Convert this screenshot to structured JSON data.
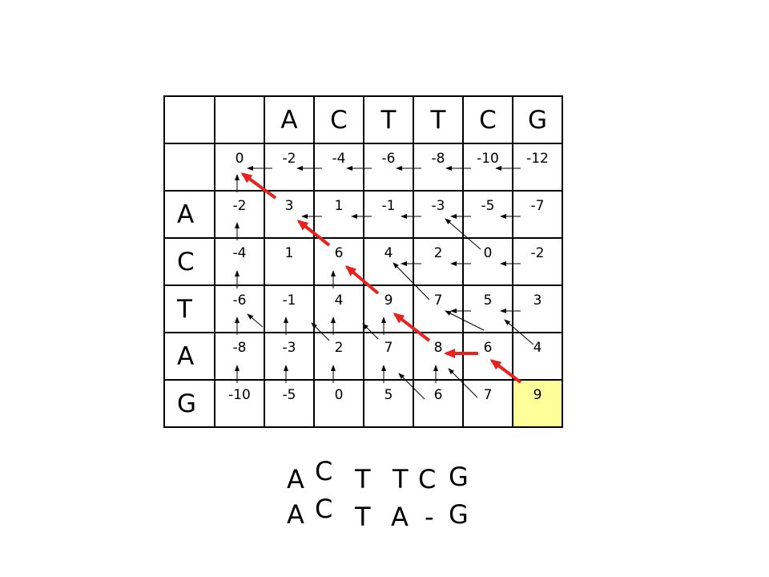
{
  "columns": [
    "A",
    "C",
    "T",
    "T",
    "C",
    "G"
  ],
  "rows": [
    {
      "label": "",
      "values": [
        "0",
        "-2",
        "-4",
        "-6",
        "-8",
        "-10",
        "-12"
      ]
    },
    {
      "label": "A",
      "values": [
        "-2",
        "3",
        "1",
        "-1",
        "-3",
        "-5",
        "-7"
      ]
    },
    {
      "label": "C",
      "values": [
        "-4",
        "1",
        "6",
        "4",
        "2",
        "0",
        "-2"
      ]
    },
    {
      "label": "T",
      "values": [
        "-6",
        "-1",
        "4",
        "9",
        "7",
        "5",
        "3"
      ]
    },
    {
      "label": "A",
      "values": [
        "-8",
        "-3",
        "2",
        "7",
        "8",
        "6",
        "4"
      ]
    },
    {
      "label": "G",
      "values": [
        "-10",
        "-5",
        "0",
        "5",
        "6",
        "7",
        "9"
      ]
    }
  ],
  "highlight_cell": {
    "row": 5,
    "col": 6,
    "color": "#ffff99"
  },
  "colors": {
    "traceback": "#e8231f",
    "pointer": "#000000"
  },
  "alignment": {
    "top": [
      "A",
      "C",
      "T",
      "T",
      "C",
      "G"
    ],
    "bottom": [
      "A",
      "C",
      "T",
      "A",
      "-",
      "G"
    ]
  }
}
